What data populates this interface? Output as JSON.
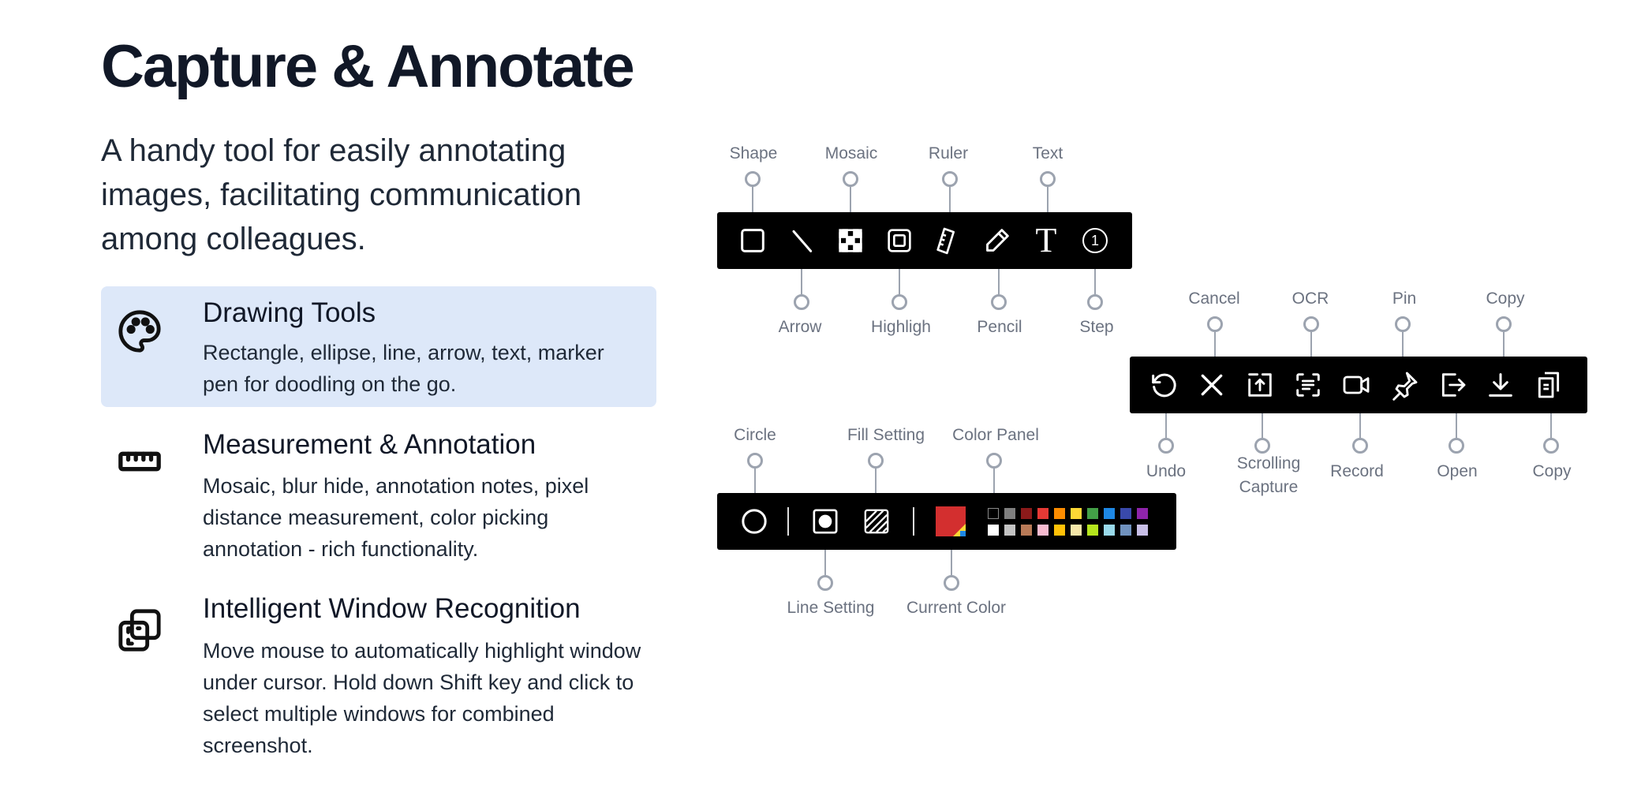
{
  "hero": {
    "title": "Capture & Annotate",
    "subtitle": "A handy tool for easily annotating images, facilitating communication among colleagues."
  },
  "features": [
    {
      "title": "Drawing Tools",
      "description": "Rectangle, ellipse, line, arrow, text, marker pen for doodling on the go.",
      "icon": "palette-icon",
      "active": true
    },
    {
      "title": "Measurement & Annotation",
      "description": "Mosaic, blur hide, annotation notes, pixel distance measurement, color picking annotation - rich functionality.",
      "icon": "ruler-icon",
      "active": false
    },
    {
      "title": "Intelligent Window Recognition",
      "description": "Move mouse to automatically highlight window under cursor. Hold down Shift key and click to select multiple windows for combined screenshot.",
      "icon": "window-select-icon",
      "active": false
    }
  ],
  "toolbar_draw": {
    "top_labels": [
      "Shape",
      "Mosaic",
      "Ruler",
      "Text"
    ],
    "bottom_labels": [
      "Arrow",
      "Highligh",
      "Pencil",
      "Step"
    ],
    "tools": [
      "rectangle-icon",
      "line-icon",
      "mosaic-icon",
      "highlight-icon",
      "ruler-icon",
      "pencil-icon",
      "text-icon",
      "step-icon"
    ],
    "step_number": "1",
    "text_glyph": "T"
  },
  "toolbar_action": {
    "top_labels": [
      "Cancel",
      "OCR",
      "Pin",
      "Copy"
    ],
    "bottom_labels": [
      "Undo",
      "Scrolling Capture",
      "Record",
      "Open",
      "Copy"
    ],
    "tools": [
      "undo-icon",
      "close-icon",
      "scrolling-capture-icon",
      "ocr-icon",
      "record-icon",
      "pin-icon",
      "open-icon",
      "download-icon",
      "copy-icon"
    ]
  },
  "toolbar_style": {
    "top_labels": [
      "Circle",
      "Fill Setting",
      "Color Panel"
    ],
    "bottom_labels": [
      "Line Setting",
      "Current Color"
    ],
    "current_color": "#d32f2f",
    "palette_row1": [
      "#000000",
      "#7f7f7f",
      "#8b1a1a",
      "#e53935",
      "#fb8c00",
      "#fdd835",
      "#43a047",
      "#1e88e5",
      "#3949ab",
      "#8e24aa"
    ],
    "palette_row2": [
      "#ffffff",
      "#c3c3c3",
      "#b97a57",
      "#f8bbd0",
      "#ffc107",
      "#f5e6a8",
      "#b5e61d",
      "#99d9ea",
      "#7092be",
      "#c8bfe7"
    ]
  }
}
